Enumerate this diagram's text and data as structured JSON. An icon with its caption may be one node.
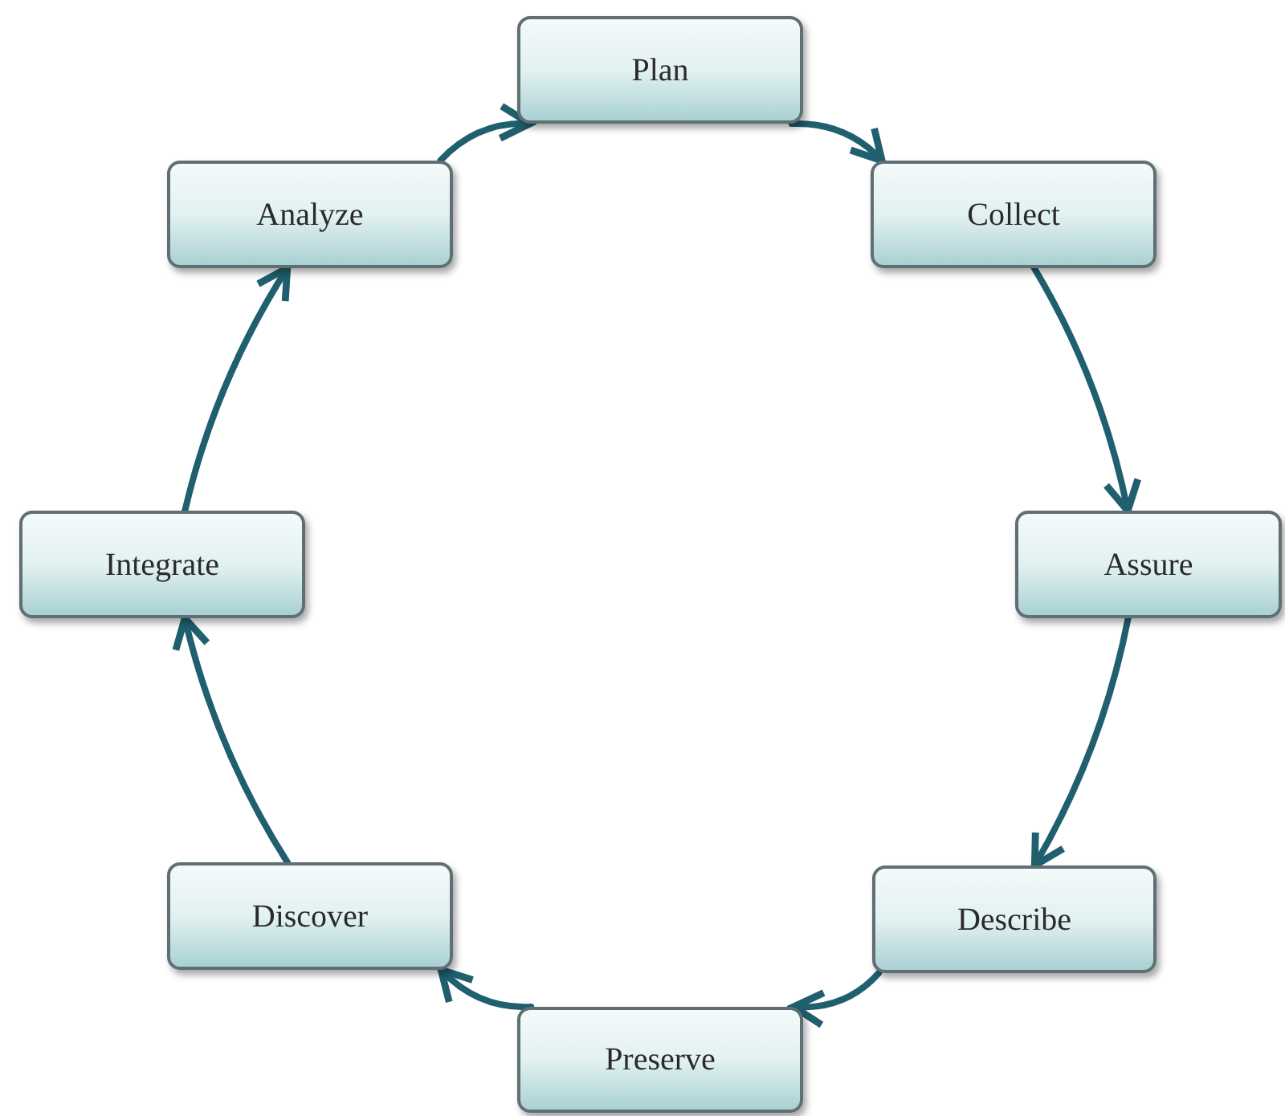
{
  "diagram": {
    "nodes": [
      {
        "text": [
          "Plan"
        ]
      },
      {
        "text": [
          "Collect"
        ]
      },
      {
        "text": [
          "Assure"
        ]
      },
      {
        "text": [
          "Describe"
        ]
      },
      {
        "text": [
          "Preserve"
        ]
      },
      {
        "text": [
          "Discover"
        ]
      },
      {
        "text": [
          "Integrate"
        ]
      },
      {
        "text": [
          "Analyze"
        ]
      }
    ],
    "edges": [
      {
        "from": 0,
        "to": 1,
        "arrow": "to"
      },
      {
        "from": 1,
        "to": 2,
        "arrow": "to"
      },
      {
        "from": 2,
        "to": 3,
        "arrow": "to"
      },
      {
        "from": 3,
        "to": 4,
        "arrow": "to"
      },
      {
        "from": 4,
        "to": 5,
        "arrow": "to"
      },
      {
        "from": 5,
        "to": 6,
        "arrow": "to"
      },
      {
        "from": 6,
        "to": 7,
        "arrow": "to"
      },
      {
        "from": 7,
        "to": 0,
        "arrow": "to"
      }
    ]
  }
}
